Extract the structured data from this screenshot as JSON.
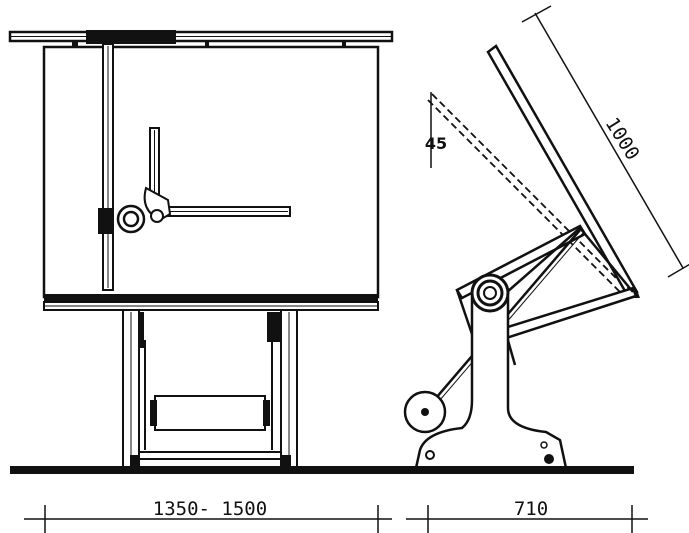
{
  "labels": {
    "width_dimension": "1350- 1500",
    "depth_dimension": "710",
    "board_length": "1000",
    "tilt_angle": "45"
  },
  "colors": {
    "ink": "#111111",
    "paper": "#ffffff"
  }
}
